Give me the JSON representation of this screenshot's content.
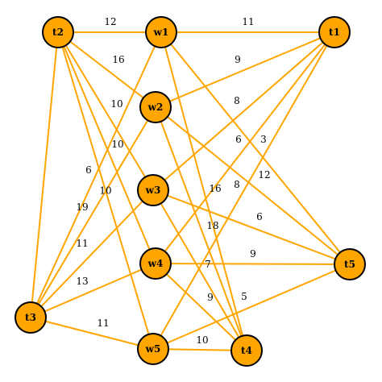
{
  "graph": {
    "colors": {
      "edge": "#FFA500",
      "node_fill": "#FFA500",
      "node_stroke": "#000000"
    },
    "nodes": [
      {
        "id": "t2",
        "label": "t2"
      },
      {
        "id": "w1",
        "label": "w1"
      },
      {
        "id": "t1",
        "label": "t1"
      },
      {
        "id": "w2",
        "label": "w2"
      },
      {
        "id": "w3",
        "label": "w3"
      },
      {
        "id": "w4",
        "label": "w4"
      },
      {
        "id": "t5",
        "label": "t5"
      },
      {
        "id": "t3",
        "label": "t3"
      },
      {
        "id": "w5",
        "label": "w5"
      },
      {
        "id": "t4",
        "label": "t4"
      }
    ],
    "edges": [
      {
        "from": "t2",
        "to": "w1",
        "weight": "12"
      },
      {
        "from": "w1",
        "to": "t1",
        "weight": "11"
      },
      {
        "from": "t2",
        "to": "w2",
        "weight": "16"
      },
      {
        "from": "t2",
        "to": "w3",
        "weight": "10"
      },
      {
        "from": "t2",
        "to": "w4",
        "weight": "10"
      },
      {
        "from": "t2",
        "to": "w5",
        "weight": "10"
      },
      {
        "from": "t2",
        "to": "t3",
        "weight": "6"
      },
      {
        "from": "t1",
        "to": "w2",
        "weight": "9"
      },
      {
        "from": "t1",
        "to": "w3",
        "weight": "8"
      },
      {
        "from": "t1",
        "to": "w4",
        "weight": "6"
      },
      {
        "from": "t1",
        "to": "w5",
        "weight": "3"
      },
      {
        "from": "w1",
        "to": "t5",
        "weight": "12"
      },
      {
        "from": "w1",
        "to": "t4",
        "weight": "18"
      },
      {
        "from": "w1",
        "to": "t3",
        "weight": "19"
      },
      {
        "from": "w2",
        "to": "t5",
        "weight": "8"
      },
      {
        "from": "w2",
        "to": "t4",
        "weight": "16"
      },
      {
        "from": "w2",
        "to": "t3",
        "weight": "11"
      },
      {
        "from": "w3",
        "to": "t5",
        "weight": "6"
      },
      {
        "from": "w3",
        "to": "t4",
        "weight": "7"
      },
      {
        "from": "w3",
        "to": "t3",
        "weight": "13"
      },
      {
        "from": "w4",
        "to": "t5",
        "weight": "9"
      },
      {
        "from": "w4",
        "to": "t4",
        "weight": "9"
      },
      {
        "from": "w4",
        "to": "t3",
        "weight": ""
      },
      {
        "from": "w5",
        "to": "t5",
        "weight": "5"
      },
      {
        "from": "w5",
        "to": "t4",
        "weight": "10"
      },
      {
        "from": "w5",
        "to": "t3",
        "weight": "11"
      }
    ]
  }
}
